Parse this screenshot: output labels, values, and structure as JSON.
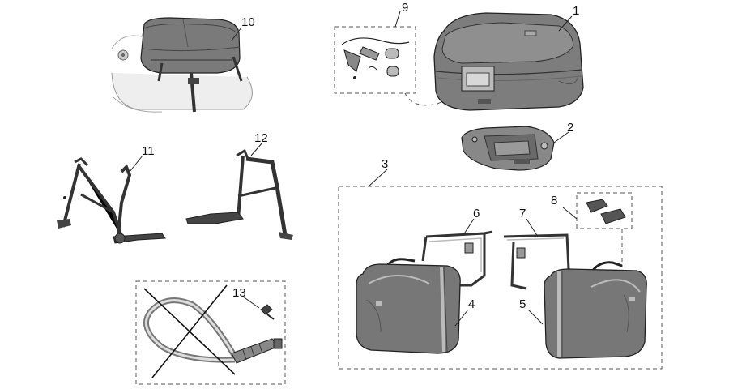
{
  "callouts": {
    "c1": "1",
    "c2": "2",
    "c3": "3",
    "c4": "4",
    "c5": "5",
    "c6": "6",
    "c7": "7",
    "c8": "8",
    "c9": "9",
    "c10": "10",
    "c11": "11",
    "c12": "12",
    "c13": "13"
  },
  "colors": {
    "case_fill": "#777777",
    "case_dark": "#555555",
    "line": "#222222",
    "dash": "#555555"
  }
}
